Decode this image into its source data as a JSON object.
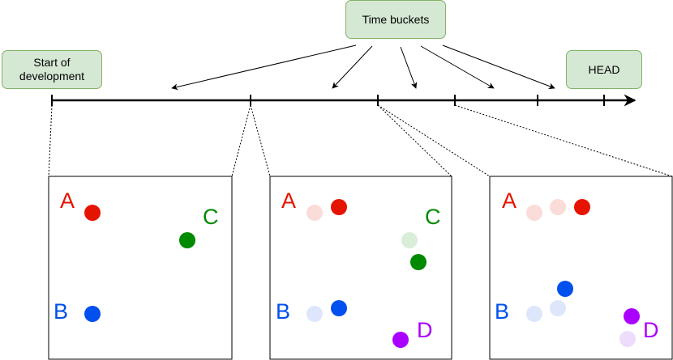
{
  "labels": {
    "time_buckets": "Time buckets",
    "start_line1": "Start of",
    "start_line2": "development",
    "head": "HEAD"
  },
  "panels": [
    {
      "letters": {
        "A": "A",
        "B": "B",
        "C": "C"
      }
    },
    {
      "letters": {
        "A": "A",
        "B": "B",
        "C": "C",
        "D": "D"
      }
    },
    {
      "letters": {
        "A": "A",
        "B": "B",
        "D": "D"
      }
    }
  ],
  "colors": {
    "A": "#e51400",
    "B": "#0050ef",
    "C": "#008a00",
    "D": "#aa00ff",
    "A_faded": "#fadcd9",
    "B_faded": "#dde6fb",
    "C_faded": "#d9eed9",
    "D_faded": "#eedcfb",
    "box_fill": "#d5e8d4",
    "box_stroke": "#82b366"
  }
}
